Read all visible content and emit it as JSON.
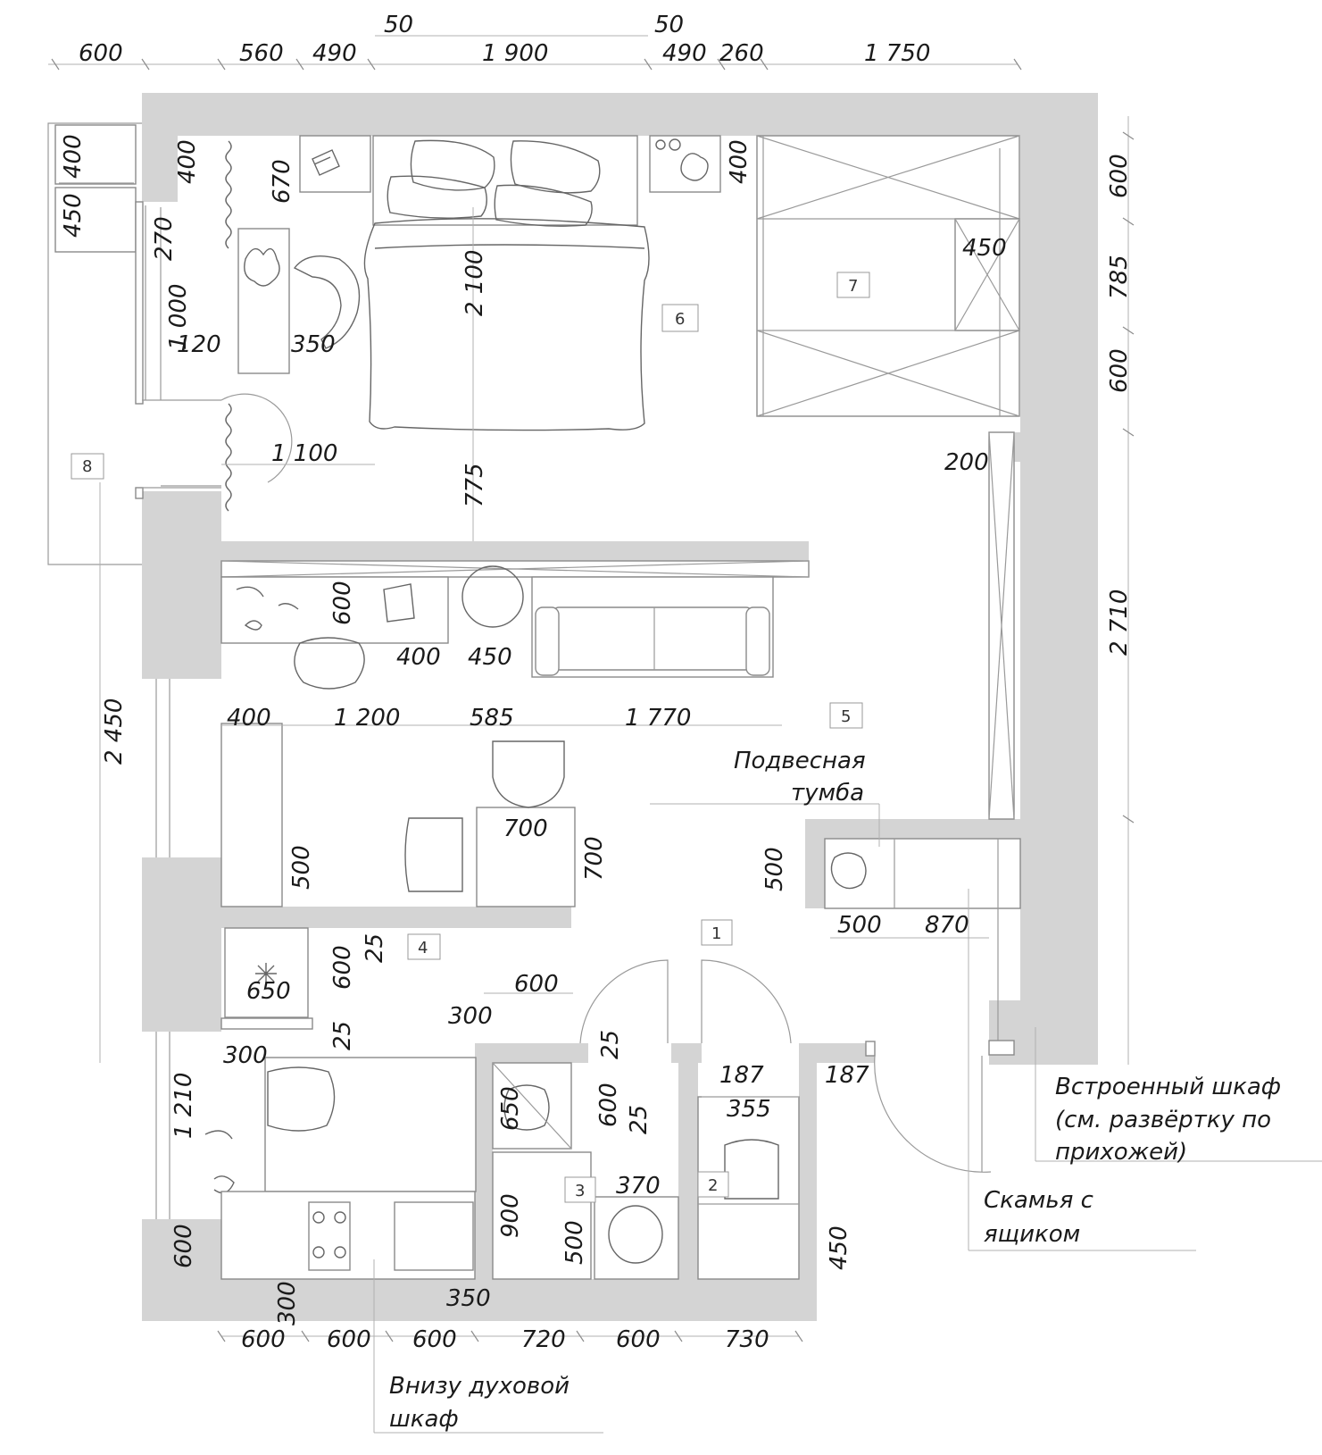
{
  "top_dims": {
    "d600": "600",
    "d560": "560",
    "d490a": "490",
    "d50a": "50",
    "d1900": "1 900",
    "d50b": "50",
    "d490b": "490",
    "d260": "260",
    "d1750": "1 750"
  },
  "right_dims": {
    "d600a": "600",
    "d785": "785",
    "d600b": "600",
    "d2710": "2 710",
    "d200": "200",
    "d450": "450"
  },
  "left_dims": {
    "d400": "400",
    "d450": "450",
    "d400b": "400",
    "d270": "270",
    "d1000": "1 000",
    "d120": "120",
    "d2450": "2 450",
    "d1210": "1 210",
    "d600": "600",
    "d300": "300"
  },
  "interior_dims": {
    "d670": "670",
    "d350": "350",
    "d2100": "2 100",
    "d400n": "400",
    "d450w": "450",
    "d1100": "1 100",
    "d775": "775",
    "d600desk": "600",
    "d400desk": "400",
    "d450table": "450",
    "d400row": "400",
    "d1200": "1 200",
    "d585": "585",
    "d1770": "1 770",
    "d700w": "700",
    "d700h": "700",
    "d500din": "500",
    "d500cab": "500",
    "d500b": "500",
    "d870": "870",
    "d25a": "25",
    "d600f": "600",
    "d650f": "650",
    "d25b": "25",
    "d600k": "600",
    "d300k": "300",
    "d300chair": "300",
    "d25c": "25",
    "d650b": "650",
    "d600b": "600",
    "d25d": "25",
    "d370": "370",
    "d900": "900",
    "d500sink": "500",
    "d350b": "350",
    "d187a": "187",
    "d355": "355",
    "d187b": "187"
  },
  "bottom_dims": {
    "b600a": "600",
    "b600b": "600",
    "b600c": "600",
    "b720": "720",
    "b600d": "600",
    "b730": "730"
  },
  "rooms": {
    "r1": "1",
    "r2": "2",
    "r3": "3",
    "r4": "4",
    "r5": "5",
    "r6": "6",
    "r7": "7",
    "r8": "8"
  },
  "notes": {
    "hanging_line1": "Подвесная",
    "hanging_line2": "тумба",
    "closet_line1": "Встроенный шкаф",
    "closet_line2": "(см. развёртку по",
    "closet_line3": "прихожей)",
    "bench_line1": "Скамья с",
    "bench_line2": "ящиком",
    "oven_line1": "Внизу духовой",
    "oven_line2": "шкаф"
  }
}
